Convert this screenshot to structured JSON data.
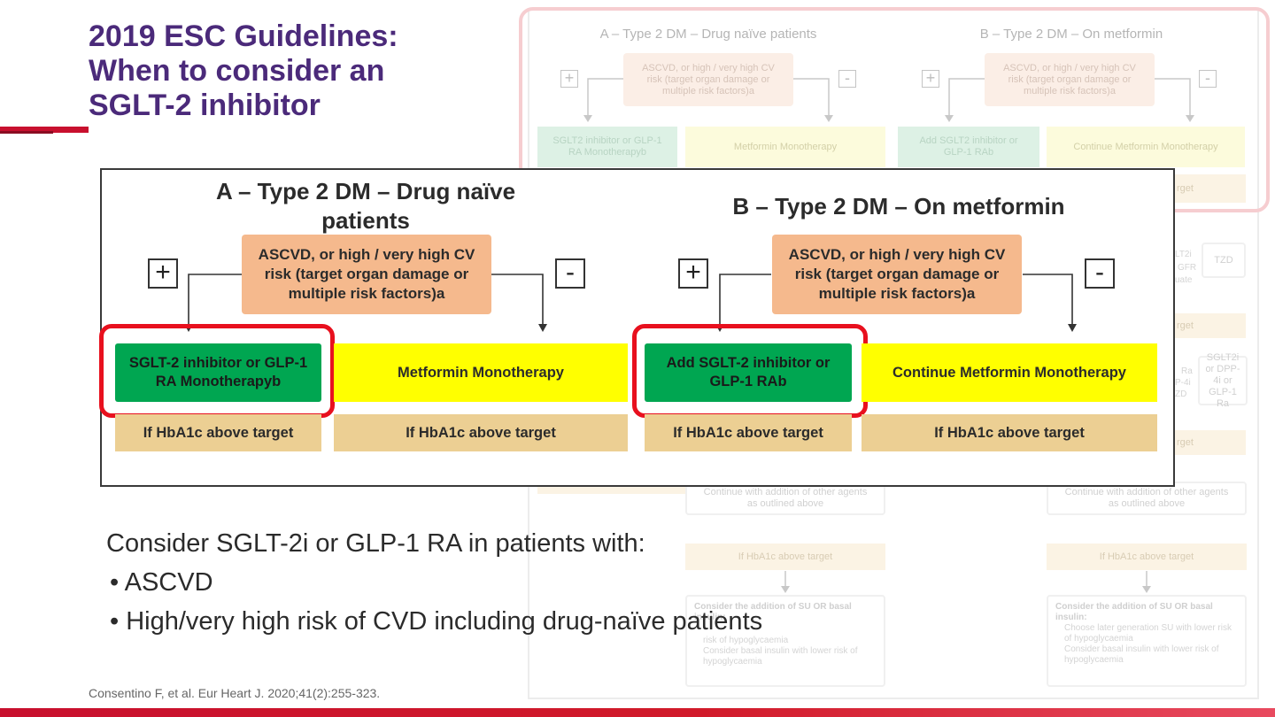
{
  "title": {
    "line1": "2019 ESC Guidelines:",
    "line2": "When to consider an",
    "line3": "SGLT-2 inhibitor"
  },
  "background_algorithm": {
    "header_a": "A – Type 2 DM – Drug naïve patients",
    "header_b": "B – Type 2 DM – On metformin",
    "plus": "+",
    "minus": "-",
    "risk_a": "ASCVD, or high / very high CV risk (target organ damage or multiple risk factors)a",
    "risk_b": "ASCVD, or high / very high CV risk (target organ damage or multiple risk factors)a",
    "a_sglt": "SGLT2 inhibitor or GLP-1 RA Monotherapyb",
    "a_metformin": "Metformin Monotherapy",
    "b_sglt": "Add SGLT2 inhibitor or GLP-1 RAb",
    "b_metformin": "Continue Metformin Monotherapy",
    "target_fragment": "rget",
    "lt2i_fragment": "LT2i",
    "gfr_fragment": "GFR",
    "uate_fragment": "uate",
    "tzd": "TZD",
    "target_fragment_2": "rget",
    "ra_fragment": "Ra",
    "p4i_fragment": "P-4i",
    "zd_fragment": "ZD",
    "sglt2i_or": "SGLT2i or DPP-4i or GLP-1 Ra",
    "target_fragment_3": "rget",
    "continue_a": "Continue with addition of other agents as outlined above",
    "continue_b": "Continue with addition of other agents as outlined above",
    "hba1c_a": "If HbA1c above target",
    "hba1c_b": "If HbA1c above target",
    "su_a_heading": "Consider the addition of SU OR basal insulin:",
    "su_a_bullet1": "risk of hypoglycaemia",
    "su_a_bullet2": "Consider basal insulin with lower risk of hypoglycaemia",
    "su_b_heading": "Consider the addition of SU OR basal insulin:",
    "su_b_bullet1": "Choose later generation SU with lower risk of hypoglycaemia",
    "su_b_bullet2": "Consider basal insulin with lower risk of hypoglycaemia"
  },
  "panel": {
    "header_a": "A – Type 2 DM – Drug naïve patients",
    "header_b": "B – Type 2 DM – On metformin",
    "plus": "+",
    "minus": "-",
    "risk_a": "ASCVD, or high / very high CV risk (target organ damage or multiple risk factors)a",
    "risk_b": "ASCVD, or high / very high CV risk (target organ damage or multiple risk factors)a",
    "a_sglt": "SGLT-2 inhibitor or GLP-1 RA Monotherapyb",
    "a_metformin": "Metformin Monotherapy",
    "b_sglt": "Add SGLT-2 inhibitor or GLP-1 RAb",
    "b_metformin": "Continue Metformin Monotherapy",
    "hba1c": "If HbA1c above target"
  },
  "consider": {
    "heading": "Consider SGLT-2i or GLP-1 RA in patients with:",
    "bullet1": "• ASCVD",
    "bullet2": "• High/very high risk of CVD including drug-naïve patients"
  },
  "reference": "Consentino F, et al. Eur Heart J. 2020;41(2):255-323.",
  "colors": {
    "title": "#4b2a7a",
    "accent_red": "#c8102e",
    "green": "#00a651",
    "yellow": "#ffff00",
    "tan": "#eccf93",
    "peach": "#f5b98d",
    "highlight_ring": "#e8101e"
  }
}
